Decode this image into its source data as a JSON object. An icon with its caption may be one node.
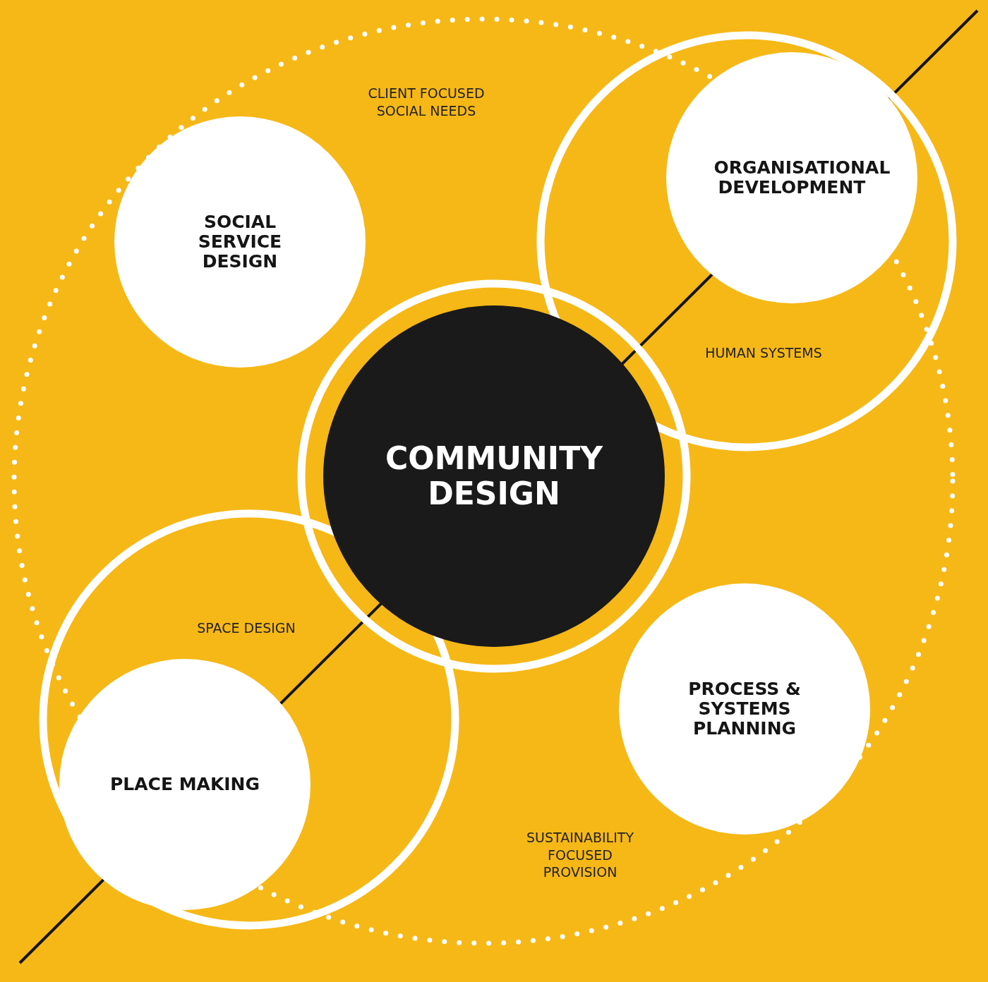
{
  "diagram": {
    "nodes": [
      {
        "text": [
          "SOCIAL SERVICE DESIGN"
        ]
      },
      {
        "text": [
          "ORGANISATIONAL DEVELOPMENT"
        ]
      },
      {
        "text": [
          "COMMUNITY DESIGN"
        ]
      },
      {
        "text": [
          "PLACE MAKING"
        ]
      },
      {
        "text": [
          "PROCESS & SYSTEMS PLANNING"
        ]
      }
    ],
    "labels": [
      "CLIENT FOCUSED SOCIAL NEEDS",
      "HUMAN SYSTEMS",
      "SPACE DESIGN",
      "SUSTAINABILITY FOCUSED PROVISION"
    ]
  }
}
